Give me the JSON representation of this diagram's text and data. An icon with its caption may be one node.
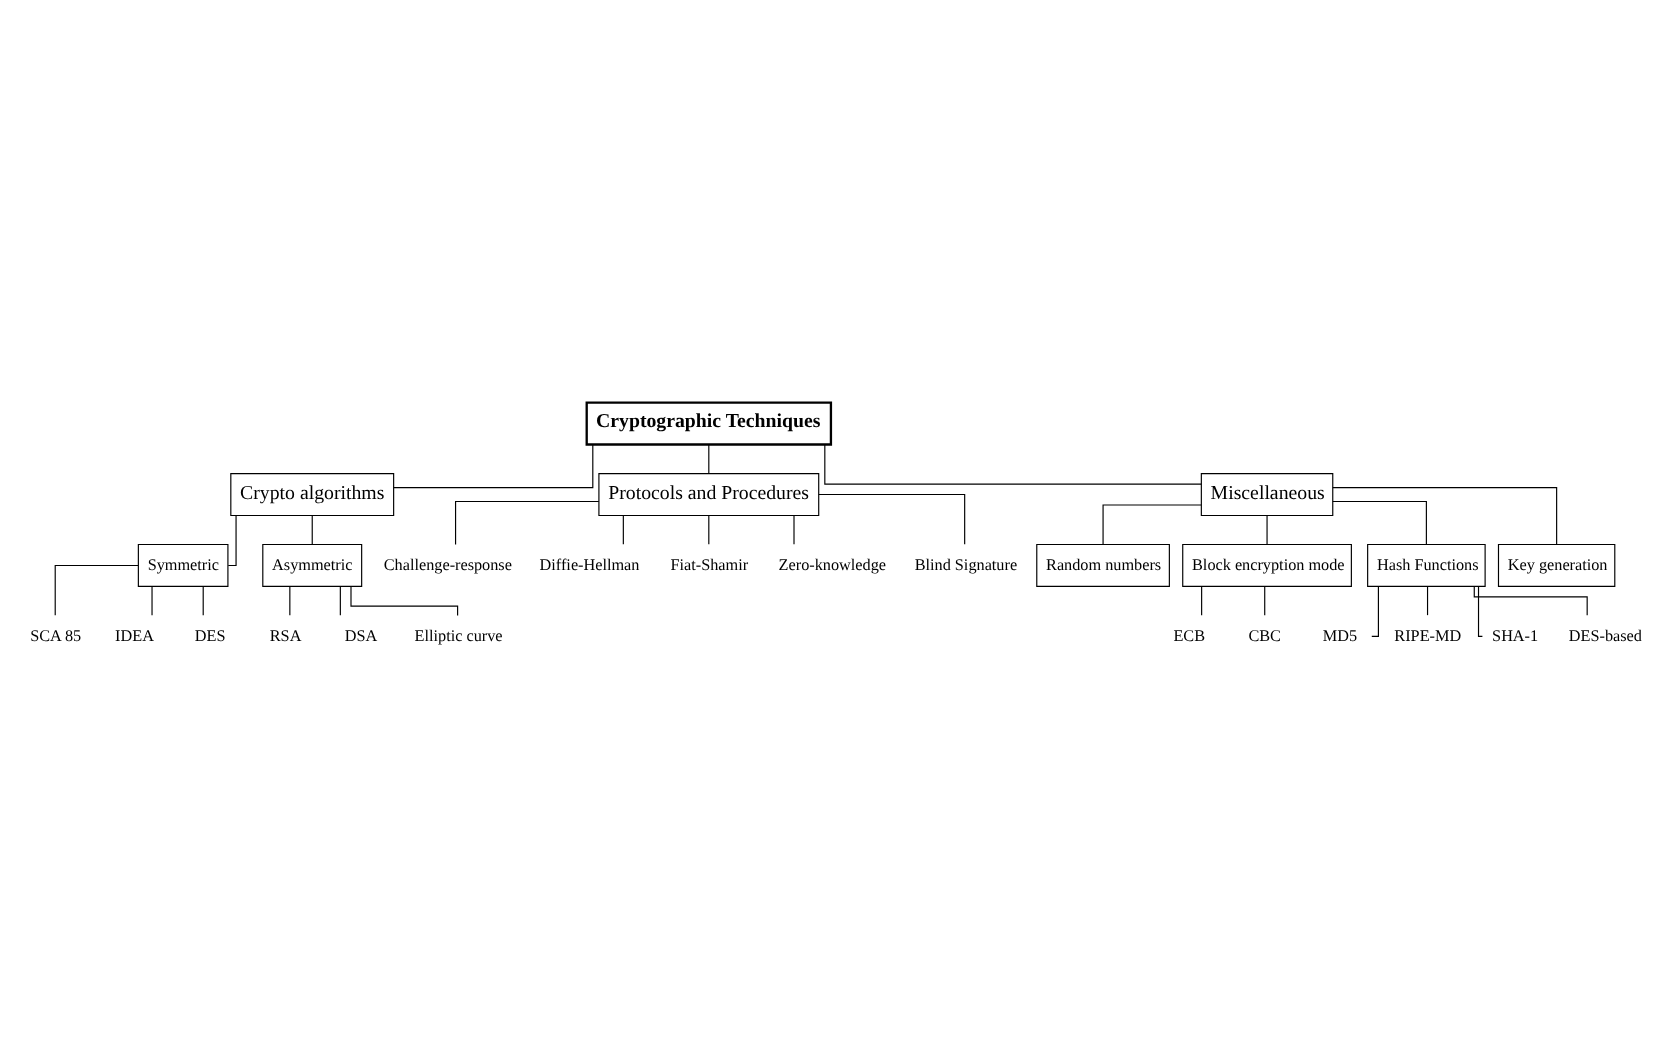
{
  "diagram": {
    "nodes": [
      {
        "text": [
          "Cryptographic Techniques"
        ]
      },
      {
        "text": [
          "Crypto algorithms"
        ]
      },
      {
        "text": [
          "Protocols and Procedures"
        ]
      },
      {
        "text": [
          "Miscellaneous"
        ]
      },
      {
        "text": [
          "Symmetric"
        ]
      },
      {
        "text": [
          "SCA 85"
        ]
      },
      {
        "text": [
          "IDEA"
        ]
      },
      {
        "text": [
          "DES"
        ]
      },
      {
        "text": [
          "Asymmetric"
        ]
      },
      {
        "text": [
          "RSA"
        ]
      },
      {
        "text": [
          "DSA"
        ]
      },
      {
        "text": [
          "Elliptic curve"
        ]
      },
      {
        "text": [
          "Challenge-response"
        ]
      },
      {
        "text": [
          "Diffie-Hellman"
        ]
      },
      {
        "text": [
          "Fiat-Shamir"
        ]
      },
      {
        "text": [
          "Zero-knowledge"
        ]
      },
      {
        "text": [
          "Blind Signature"
        ]
      },
      {
        "text": [
          "Random numbers"
        ]
      },
      {
        "text": [
          "Block encryption mode"
        ]
      },
      {
        "text": [
          "ECB"
        ]
      },
      {
        "text": [
          "CBC"
        ]
      },
      {
        "text": [
          "Hash Functions"
        ]
      },
      {
        "text": [
          "MD5"
        ]
      },
      {
        "text": [
          "RIPE-MD"
        ]
      },
      {
        "text": [
          "SHA-1"
        ]
      },
      {
        "text": [
          "DES-based"
        ]
      },
      {
        "text": [
          "Key generation"
        ]
      }
    ],
    "edges": [
      {
        "from": 0,
        "to": 1,
        "arrow": "none"
      },
      {
        "from": 0,
        "to": 2,
        "arrow": "none"
      },
      {
        "from": 0,
        "to": 3,
        "arrow": "none"
      },
      {
        "from": 1,
        "to": 4,
        "arrow": "none"
      },
      {
        "from": 4,
        "to": 5,
        "arrow": "none"
      },
      {
        "from": 4,
        "to": 6,
        "arrow": "none"
      },
      {
        "from": 4,
        "to": 7,
        "arrow": "none"
      },
      {
        "from": 1,
        "to": 8,
        "arrow": "none"
      },
      {
        "from": 8,
        "to": 9,
        "arrow": "none"
      },
      {
        "from": 8,
        "to": 10,
        "arrow": "none"
      },
      {
        "from": 8,
        "to": 11,
        "arrow": "none"
      },
      {
        "from": 2,
        "to": 12,
        "arrow": "none"
      },
      {
        "from": 2,
        "to": 13,
        "arrow": "none"
      },
      {
        "from": 2,
        "to": 14,
        "arrow": "none"
      },
      {
        "from": 2,
        "to": 15,
        "arrow": "none"
      },
      {
        "from": 2,
        "to": 16,
        "arrow": "none"
      },
      {
        "from": 3,
        "to": 17,
        "arrow": "none"
      },
      {
        "from": 3,
        "to": 18,
        "arrow": "none"
      },
      {
        "from": 18,
        "to": 19,
        "arrow": "none"
      },
      {
        "from": 18,
        "to": 20,
        "arrow": "none"
      },
      {
        "from": 3,
        "to": 21,
        "arrow": "none"
      },
      {
        "from": 21,
        "to": 22,
        "arrow": "none"
      },
      {
        "from": 21,
        "to": 23,
        "arrow": "none"
      },
      {
        "from": 21,
        "to": 24,
        "arrow": "none"
      },
      {
        "from": 21,
        "to": 25,
        "arrow": "none"
      },
      {
        "from": 3,
        "to": 26,
        "arrow": "none"
      }
    ]
  }
}
